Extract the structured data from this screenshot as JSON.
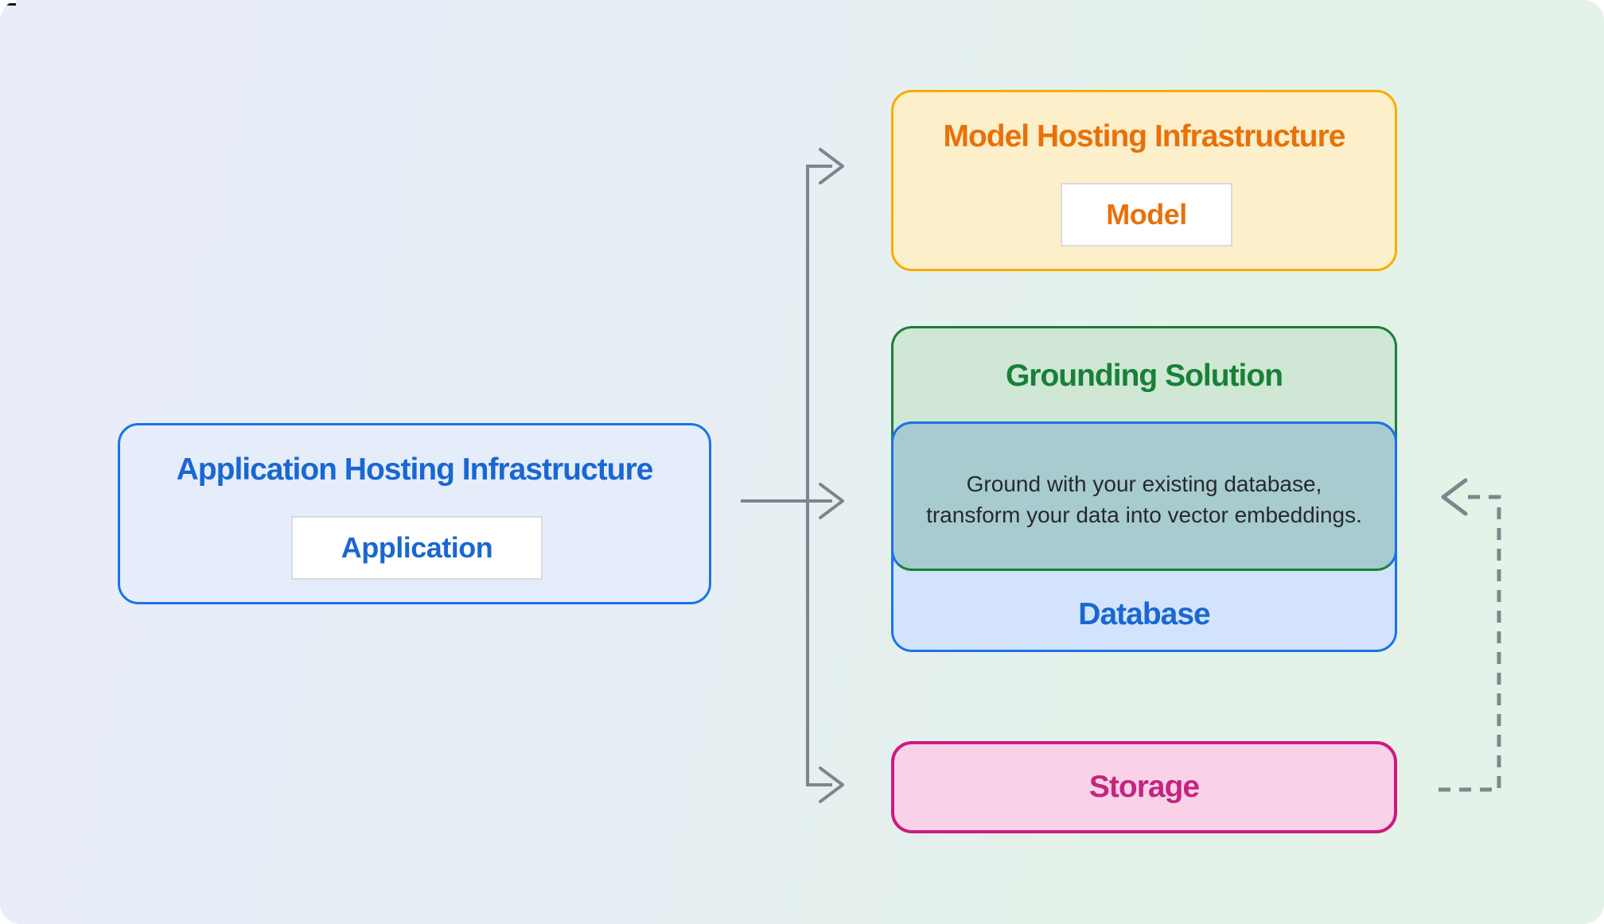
{
  "application": {
    "title": "Application Hosting Infrastructure",
    "chip": "Application"
  },
  "model": {
    "title": "Model Hosting Infrastructure",
    "chip": "Model"
  },
  "grounding": {
    "title": "Grounding Solution",
    "note": "Ground with your existing database, transform your data into vector embeddings."
  },
  "database": {
    "label": "Database"
  },
  "storage": {
    "label": "Storage"
  },
  "colors": {
    "bg-left": "#e9edf9",
    "bg-right": "#e3f2e8",
    "blue-border": "#1a73e8",
    "blue-text": "#1967d2",
    "app-fill": "#e6edfa",
    "amber-border": "#f9ab00",
    "amber-fill": "#fcefc9",
    "orange-text": "#e8710a",
    "green-border": "#188038",
    "green-text": "#188038",
    "green-fill": "#cfe7d4",
    "lightblue-fill": "#d3e3fb",
    "teal-fill": "#a7cbce",
    "ink": "#26292c",
    "pink-border": "#d01884",
    "pink-fill": "#fad2e8",
    "pink-text": "#c2267d",
    "arrow": "#7e868d"
  }
}
